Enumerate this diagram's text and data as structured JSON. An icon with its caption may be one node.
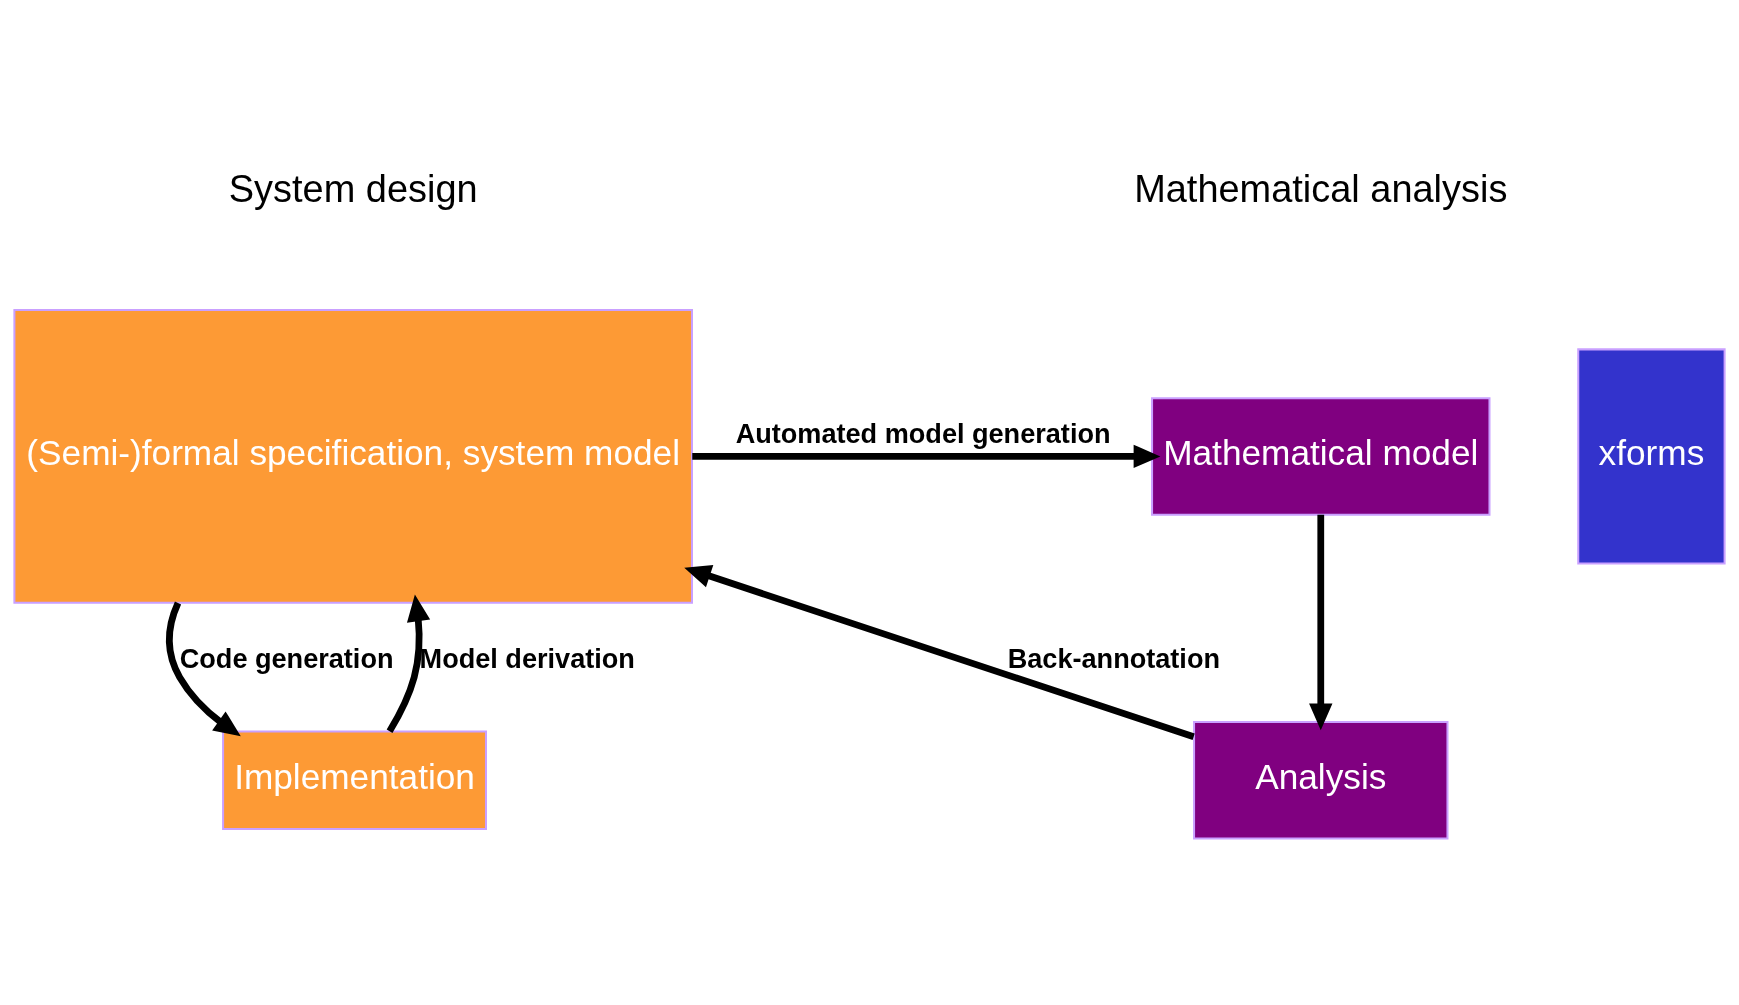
{
  "diagram": {
    "nodes": [
      {
        "text": [
          "(Semi-)formal specification, system model"
        ]
      },
      {
        "text": [
          "xforms"
        ]
      },
      {
        "text": [
          "Mathematical model"
        ]
      },
      {
        "text": [
          "Analysis"
        ]
      },
      {
        "text": [
          "Implementation"
        ]
      }
    ],
    "edges": [
      {
        "from": 0,
        "to": 2,
        "arrow": "to",
        "label": "Automated model generation"
      },
      {
        "from": 2,
        "to": 3,
        "arrow": "to"
      },
      {
        "from": 3,
        "to": 0,
        "arrow": "to",
        "label": "Back-annotation"
      },
      {
        "from": 4,
        "to": 0,
        "arrow": "to",
        "label": "Model derivation"
      },
      {
        "from": 0,
        "to": 4,
        "arrow": "to",
        "label": "Code generation"
      }
    ],
    "labels": [
      "System design",
      "Mathematical analysis"
    ]
  }
}
